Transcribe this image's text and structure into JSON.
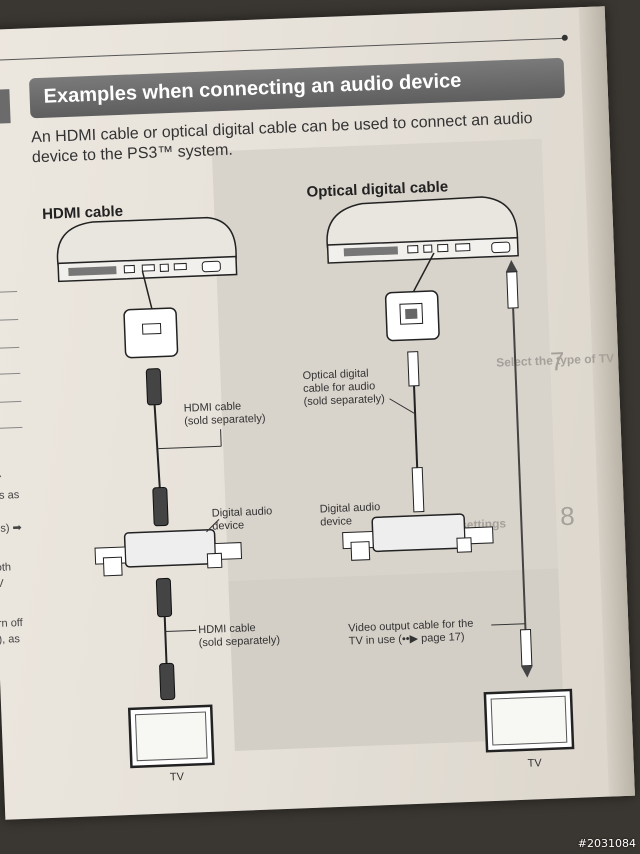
{
  "header": {
    "title": "Examples when connecting an audio device"
  },
  "intro": "An HDMI cable or optical digital cable can be used to connect an audio device to the PS3™ system.",
  "left_margin": [
    "tor",
    "➡",
    "gs as",
    "gs) ➡",
    "oth",
    "V",
    "rn off",
    "), as"
  ],
  "hdmi_section": {
    "title": "HDMI cable",
    "cable_label_1": [
      "HDMI cable",
      "(sold separately)"
    ],
    "device_label": [
      "Digital audio",
      "device"
    ],
    "cable_label_2": [
      "HDMI cable",
      "(sold separately)"
    ],
    "tv_label": "TV"
  },
  "optical_section": {
    "title": "Optical digital cable",
    "cable_label": [
      "Optical digital",
      "cable for audio",
      "(sold separately)"
    ],
    "device_label": [
      "Digital audio",
      "device"
    ],
    "video_label": [
      "Video output cable for the",
      "TV in use (••▶ page 17)"
    ],
    "tv_label": "TV"
  },
  "background_steps": [
    "7",
    "Select the type of TV",
    "8",
    "Confirm the settings"
  ],
  "watermark": "#2031084"
}
